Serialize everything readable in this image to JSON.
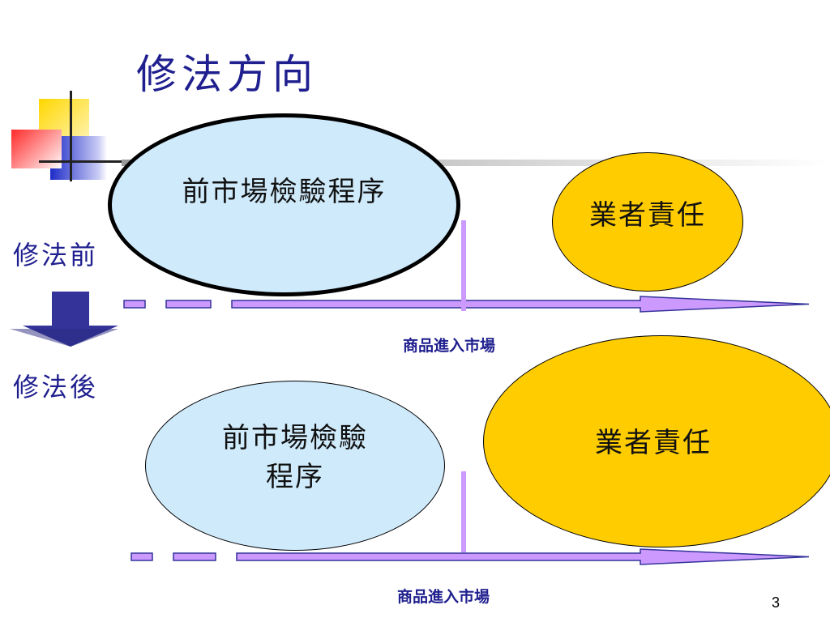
{
  "title": "修法方向",
  "labels": {
    "before": "修法前",
    "after": "修法後"
  },
  "before": {
    "pre_market": "前市場檢驗程序",
    "responsibility": "業者責任",
    "market_entry": "商品進入市場"
  },
  "after": {
    "pre_market_line1": "前市場檢驗",
    "pre_market_line2": "程序",
    "responsibility": "業者責任",
    "market_entry": "商品進入市場"
  },
  "page_number": "3",
  "colors": {
    "title_text": "#1F1F8F",
    "ellipse_blue": "#CFEAFB",
    "ellipse_gold": "#FFCC00",
    "arrow_purple": "#CC99FF",
    "down_arrow": "#33339A"
  }
}
